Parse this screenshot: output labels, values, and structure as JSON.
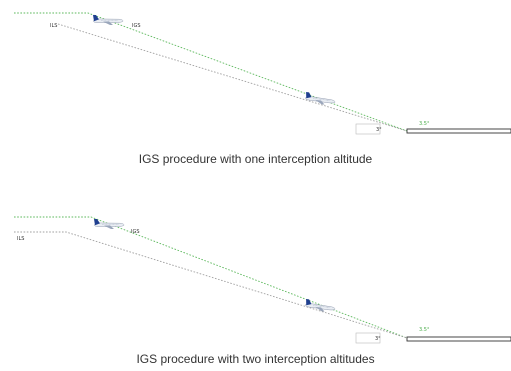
{
  "diagrams": [
    {
      "caption": "IGS procedure with one interception altitude",
      "label_ils": "ILS",
      "label_igs": "IGS",
      "label_ils_angle": "3°",
      "label_igs_angle": "3.5°"
    },
    {
      "caption": "IGS procedure with two interception altitudes",
      "label_ils": "ILS",
      "label_igs": "IGS",
      "label_ils_angle": "3°",
      "label_igs_angle": "3.5°"
    }
  ],
  "colors": {
    "igs_path": "#5cb85c",
    "ils_path": "#9a9a9a",
    "runway": "#333333",
    "aircraft_body": "#1f3f8f"
  },
  "icons": [
    "aircraft-icon",
    "runway"
  ]
}
